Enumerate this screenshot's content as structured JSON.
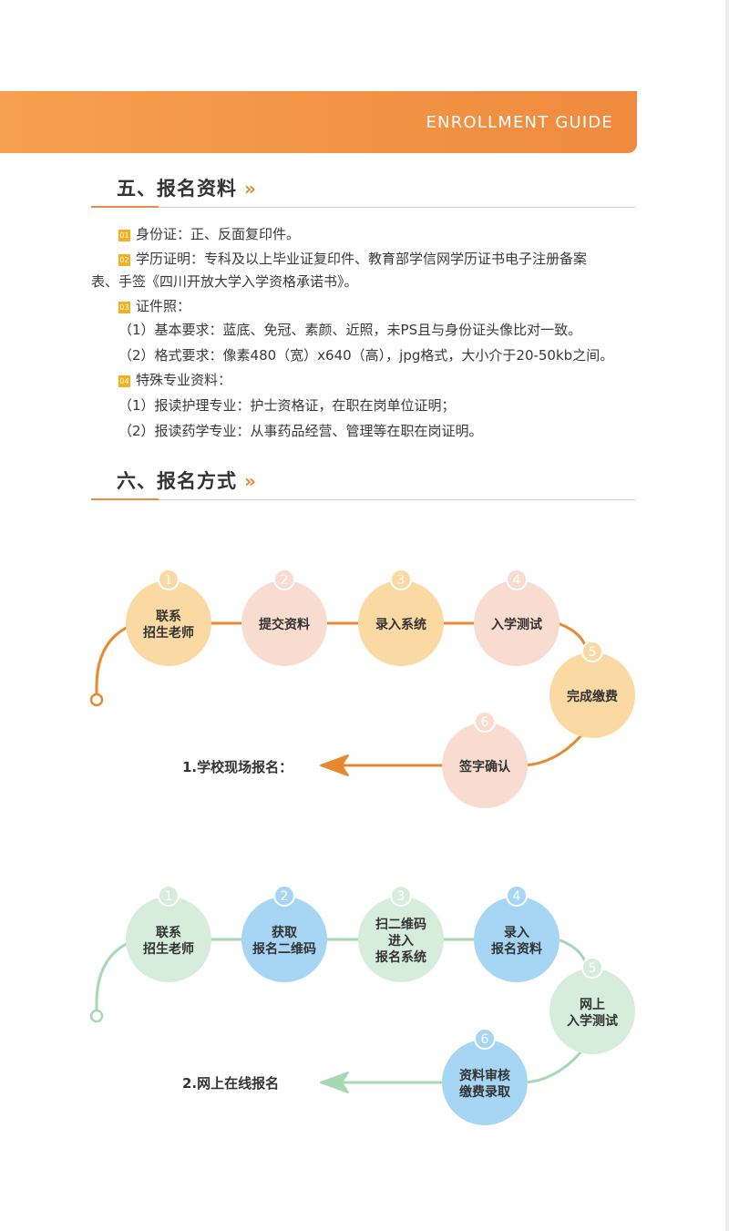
{
  "header": {
    "banner": "ENROLLMENT GUIDE"
  },
  "section5": {
    "title": "五、报名资料",
    "chevron": "»",
    "items": [
      {
        "num": "01",
        "text": "身份证：正、反面复印件。"
      },
      {
        "num": "02",
        "text": "学历证明：专科及以上毕业证复印件、教育部学信网学历证书电子注册备案",
        "text2": "表、手签《四川开放大学入学资格承诺书》。"
      },
      {
        "num": "03",
        "text": "证件照："
      },
      {
        "text": "（1）基本要求：蓝底、免冠、素颜、近照，未PS且与身份证头像比对一致。"
      },
      {
        "text": "（2）格式要求：像素480（宽）x640（高），jpg格式，大小介于20-50kb之间。"
      },
      {
        "num": "04",
        "text": "特殊专业资料："
      },
      {
        "text": "（1）报读护理专业：护士资格证，在职在岗单位证明；"
      },
      {
        "text": "（2）报读药学专业：从事药品经营、管理等在职在岗证明。"
      }
    ]
  },
  "section6": {
    "title": "六、报名方式",
    "chevron": "»"
  },
  "flow1": {
    "label": "1.学校现场报名：",
    "steps": [
      {
        "n": "1",
        "lines": [
          "联系",
          "招生老师"
        ]
      },
      {
        "n": "2",
        "lines": [
          "提交资料"
        ]
      },
      {
        "n": "3",
        "lines": [
          "录入系统"
        ]
      },
      {
        "n": "4",
        "lines": [
          "入学测试"
        ]
      },
      {
        "n": "5",
        "lines": [
          "完成缴费"
        ]
      },
      {
        "n": "6",
        "lines": [
          "签字确认"
        ]
      }
    ],
    "colors": {
      "line": "#e8892f",
      "a": "#fbd9a3",
      "b": "#f9dcd0",
      "num": "#ffffff"
    }
  },
  "flow2": {
    "label": "2.网上在线报名",
    "steps": [
      {
        "n": "1",
        "lines": [
          "联系",
          "招生老师"
        ]
      },
      {
        "n": "2",
        "lines": [
          "获取",
          "报名二维码"
        ]
      },
      {
        "n": "3",
        "lines": [
          "扫二维码",
          "进入",
          "报名系统"
        ]
      },
      {
        "n": "4",
        "lines": [
          "录入",
          "报名资料"
        ]
      },
      {
        "n": "5",
        "lines": [
          "网上",
          "入学测试"
        ]
      },
      {
        "n": "6",
        "lines": [
          "资料审核",
          "缴费录取"
        ]
      }
    ],
    "colors": {
      "line": "#a6d8b4",
      "a": "#d6eddb",
      "b": "#a6d6f3",
      "num": "#ffffff"
    }
  }
}
